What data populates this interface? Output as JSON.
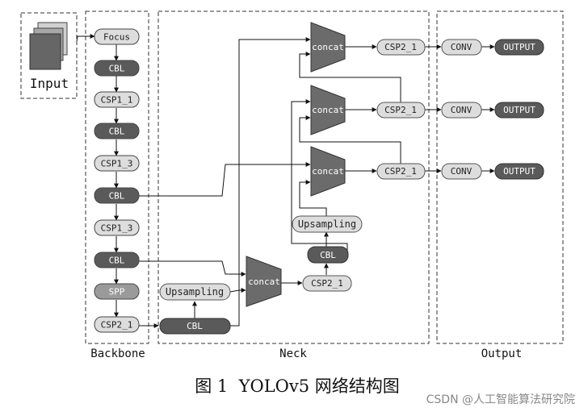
{
  "input": {
    "label": "Input"
  },
  "backbone": {
    "title": "Backbone",
    "nodes": [
      "Focus",
      "CBL",
      "CSP1_1",
      "CBL",
      "CSP1_3",
      "CBL",
      "CSP1_3",
      "CBL",
      "SPP",
      "CSP2_1"
    ]
  },
  "neck": {
    "title": "Neck",
    "cbl_bottom": "CBL",
    "upsampling_bottom": "Upsampling",
    "concat_bottom": "concat",
    "csp_bottom": "CSP2_1",
    "cbl_mid": "CBL",
    "upsampling_mid": "Upsampling",
    "concats": [
      "concat",
      "concat",
      "concat"
    ],
    "csps": [
      "CSP2_1",
      "CSP2_1",
      "CSP2_1"
    ]
  },
  "output": {
    "title": "Output",
    "conv": [
      "CONV",
      "CONV",
      "CONV"
    ],
    "out": [
      "OUTPUT",
      "OUTPUT",
      "OUTPUT"
    ]
  },
  "caption": "图 1  YOLOv5 网络结构图",
  "watermark": "CSDN @人工智能算法研究院",
  "colors": {
    "dark": "#5a5a5a",
    "light": "#dddddd",
    "text_dark": "#ffffff",
    "text_light": "#222222",
    "trap": "#6b6b6b"
  }
}
